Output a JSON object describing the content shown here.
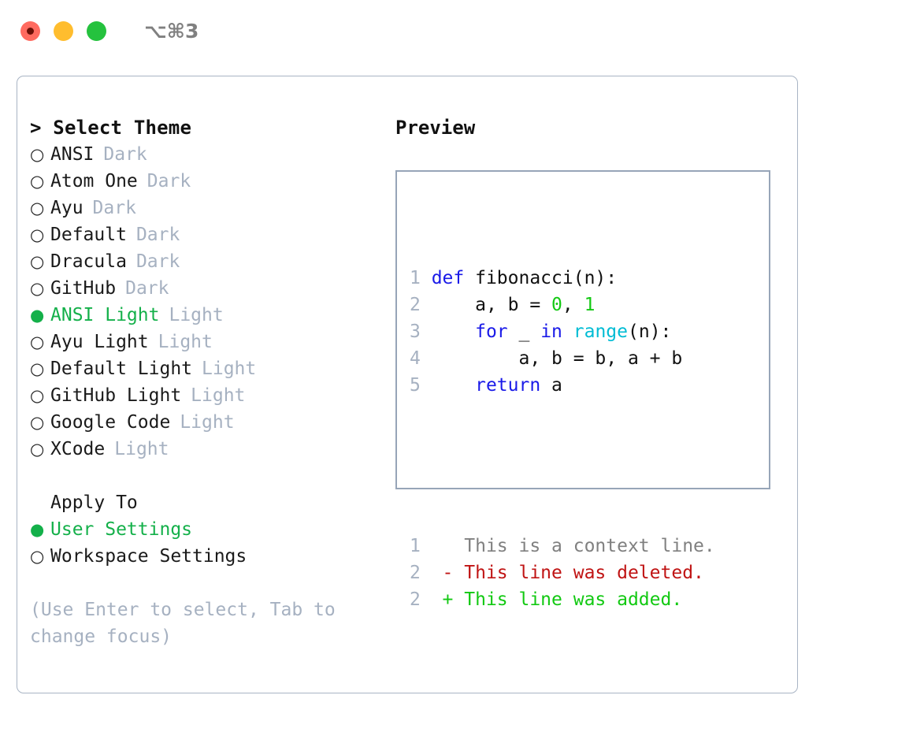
{
  "titlebar": {
    "shortcut": "⌥⌘3",
    "buttons": [
      {
        "name": "close",
        "color": "#ff6a5f"
      },
      {
        "name": "minimize",
        "color": "#ffbd2e"
      },
      {
        "name": "maximize",
        "color": "#25c23e"
      }
    ]
  },
  "theme_panel": {
    "header": "> Select Theme",
    "options": [
      {
        "marker": "○",
        "label": "ANSI",
        "badge": "Dark",
        "selected": false
      },
      {
        "marker": "○",
        "label": "Atom One",
        "badge": "Dark",
        "selected": false
      },
      {
        "marker": "○",
        "label": "Ayu",
        "badge": "Dark",
        "selected": false
      },
      {
        "marker": "○",
        "label": "Default",
        "badge": "Dark",
        "selected": false
      },
      {
        "marker": "○",
        "label": "Dracula",
        "badge": "Dark",
        "selected": false
      },
      {
        "marker": "○",
        "label": "GitHub",
        "badge": "Dark",
        "selected": false
      },
      {
        "marker": "●",
        "label": "ANSI Light",
        "badge": "Light",
        "selected": true
      },
      {
        "marker": "○",
        "label": "Ayu Light",
        "badge": "Light",
        "selected": false
      },
      {
        "marker": "○",
        "label": "Default Light",
        "badge": "Light",
        "selected": false
      },
      {
        "marker": "○",
        "label": "GitHub Light",
        "badge": "Light",
        "selected": false
      },
      {
        "marker": "○",
        "label": "Google Code",
        "badge": "Light",
        "selected": false
      },
      {
        "marker": "○",
        "label": "XCode",
        "badge": "Light",
        "selected": false
      }
    ]
  },
  "apply_to": {
    "header": "Apply To",
    "options": [
      {
        "marker": "●",
        "label": "User Settings",
        "badge": "",
        "selected": true
      },
      {
        "marker": "○",
        "label": "Workspace Settings",
        "badge": "",
        "selected": false
      }
    ]
  },
  "hint": "(Use Enter to select, Tab to change focus)",
  "preview": {
    "header": "Preview",
    "code_lines": [
      {
        "num": "1",
        "tokens": [
          {
            "t": "def ",
            "c": "kw"
          },
          {
            "t": "fibonacci(n):",
            "c": "txt"
          }
        ]
      },
      {
        "num": "2",
        "tokens": [
          {
            "t": "    a, b = ",
            "c": "txt"
          },
          {
            "t": "0",
            "c": "num"
          },
          {
            "t": ", ",
            "c": "txt"
          },
          {
            "t": "1",
            "c": "num"
          }
        ]
      },
      {
        "num": "3",
        "tokens": [
          {
            "t": "    ",
            "c": "txt"
          },
          {
            "t": "for",
            "c": "kw"
          },
          {
            "t": " _ ",
            "c": "txt"
          },
          {
            "t": "in",
            "c": "kw"
          },
          {
            "t": " ",
            "c": "txt"
          },
          {
            "t": "range",
            "c": "fn"
          },
          {
            "t": "(n):",
            "c": "txt"
          }
        ]
      },
      {
        "num": "4",
        "tokens": [
          {
            "t": "        a, b = b, a + b",
            "c": "txt"
          }
        ]
      },
      {
        "num": "5",
        "tokens": [
          {
            "t": "    ",
            "c": "txt"
          },
          {
            "t": "return",
            "c": "kw"
          },
          {
            "t": " a",
            "c": "txt"
          }
        ]
      }
    ],
    "diff_lines": [
      {
        "num": "1",
        "tokens": [
          {
            "t": "   This is a context line.",
            "c": "ctx"
          }
        ]
      },
      {
        "num": "2",
        "tokens": [
          {
            "t": " - This line was deleted.",
            "c": "del"
          }
        ]
      },
      {
        "num": "2",
        "tokens": [
          {
            "t": " + This line was added.",
            "c": "add"
          }
        ]
      }
    ]
  },
  "colors": {
    "accent_green": "#14b04a",
    "muted": "#a6b1c1",
    "keyword": "#1a1ae8",
    "function": "#00bcd4",
    "number": "#14c914",
    "diff_add": "#12c912",
    "diff_del": "#c01414",
    "border": "#a8b4c4",
    "preview_border": "#97a5b8"
  }
}
